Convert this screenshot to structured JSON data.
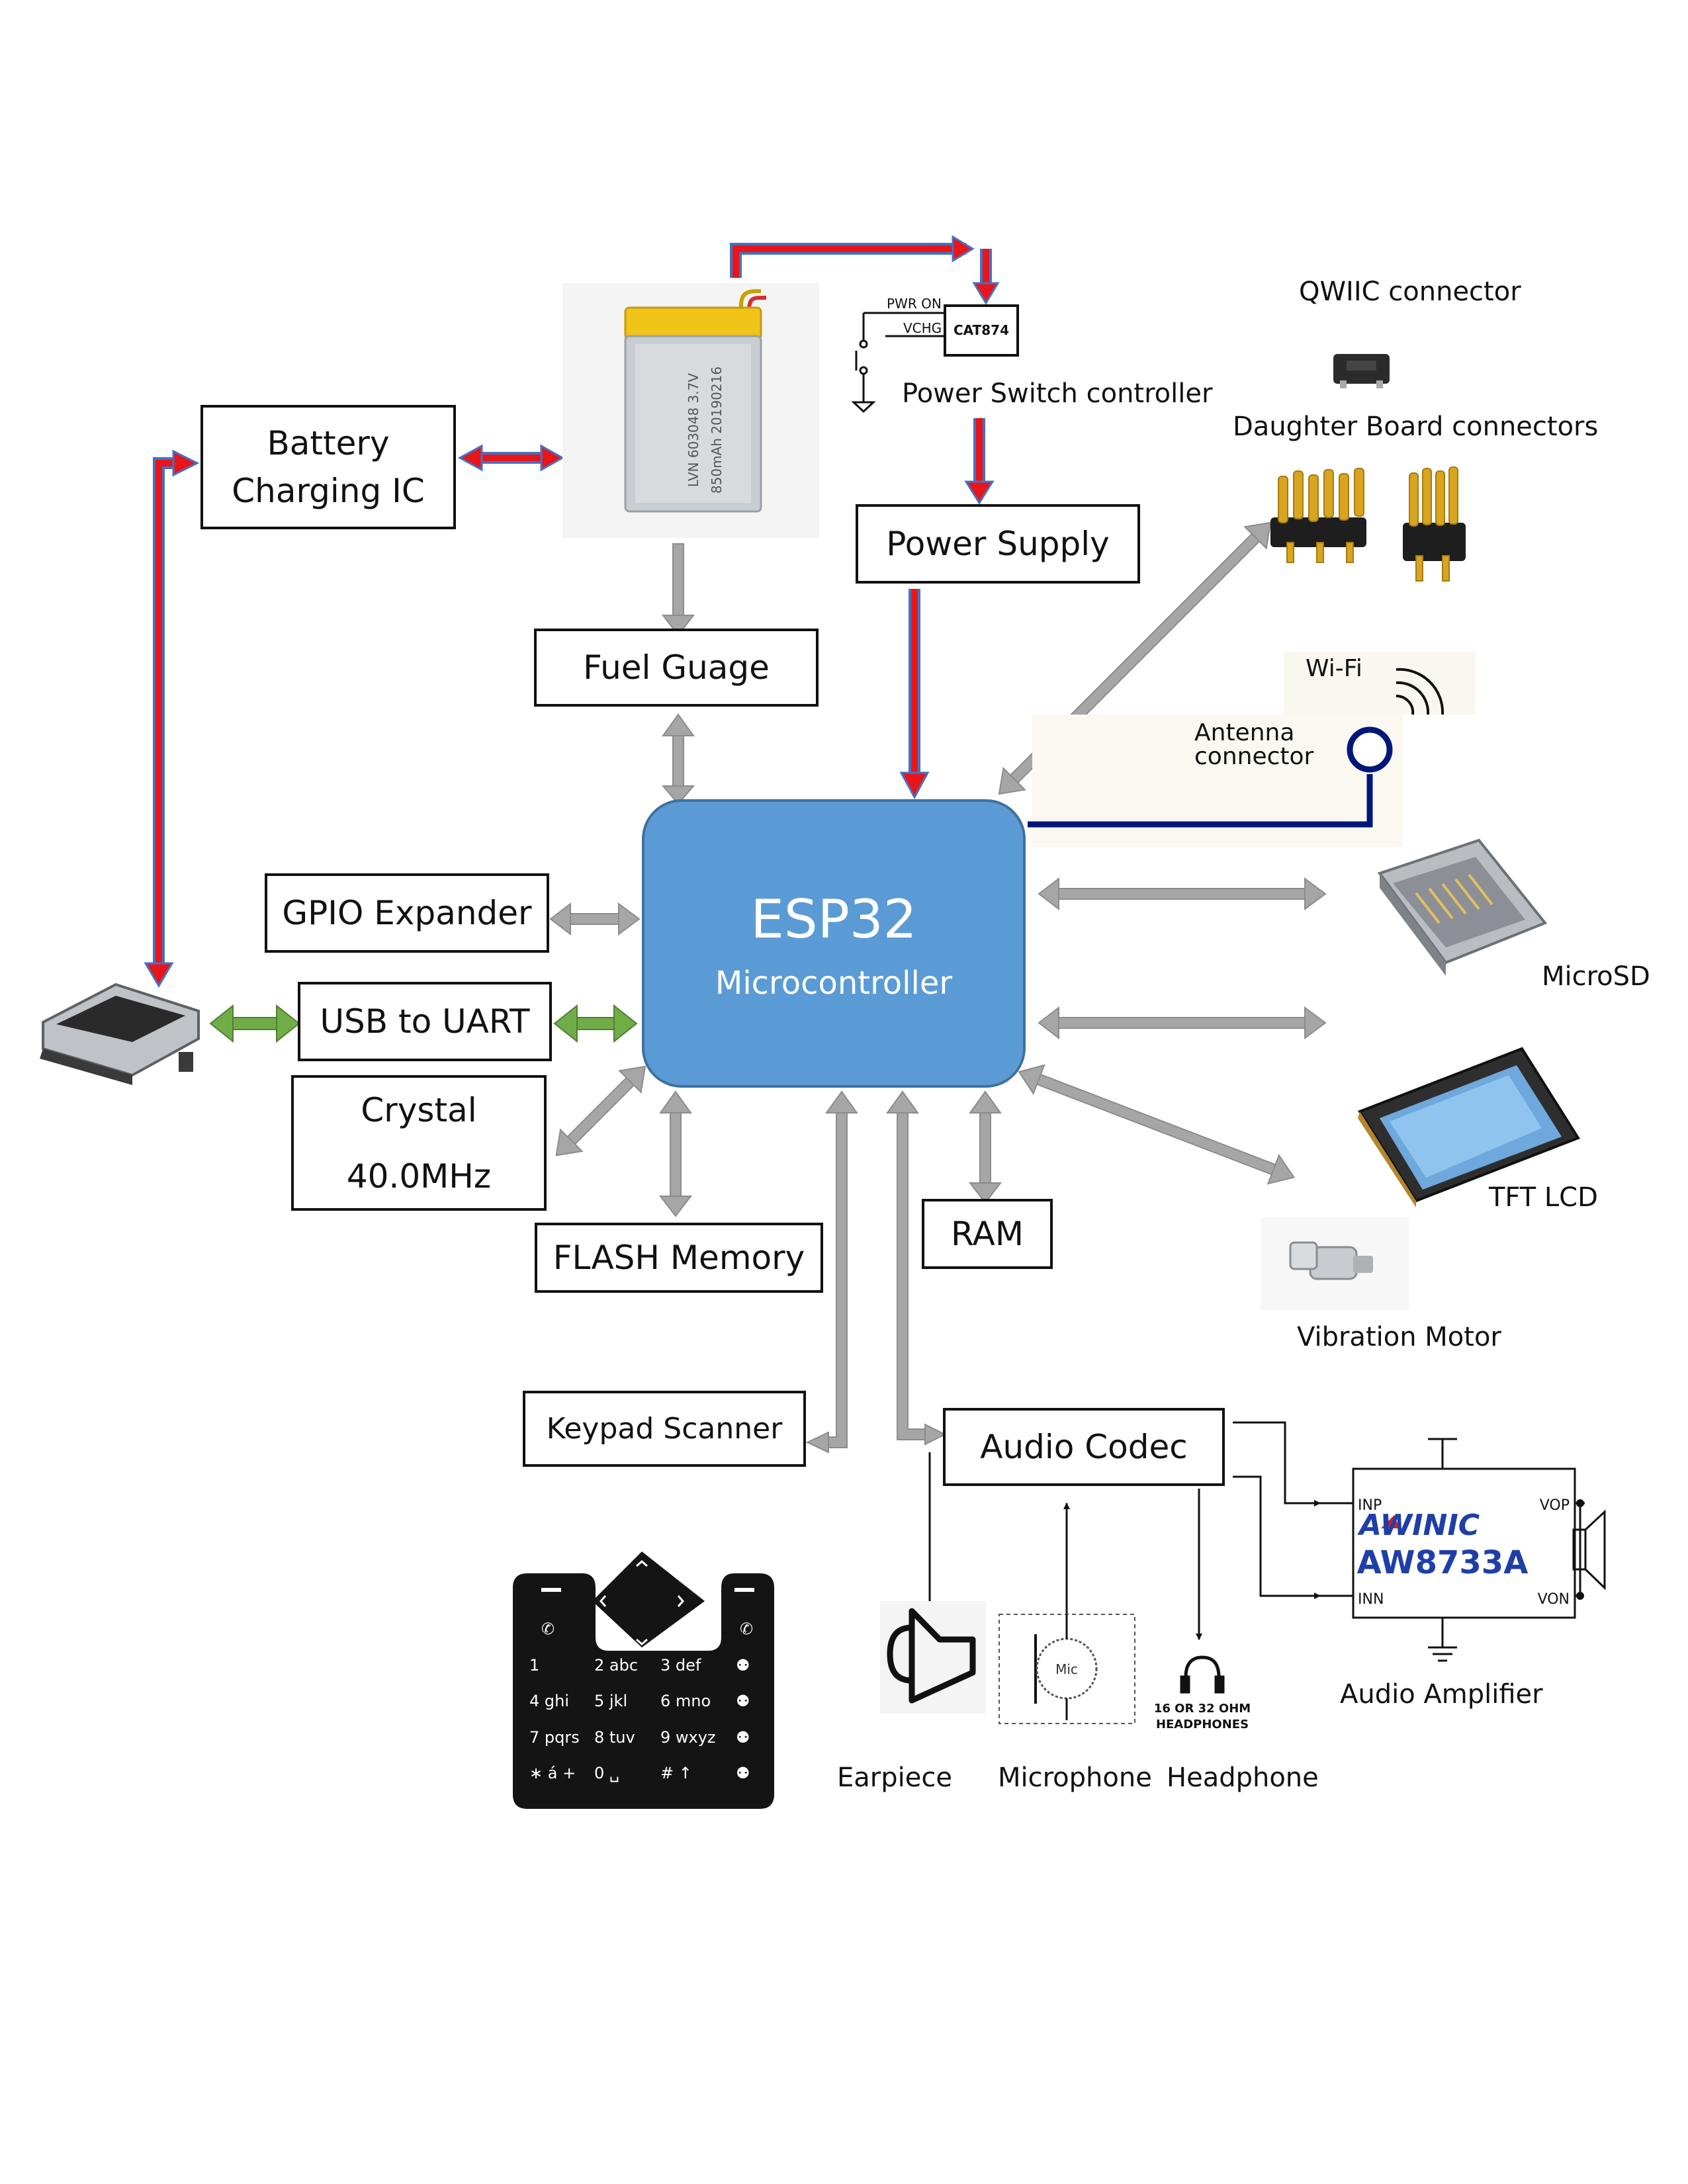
{
  "blocks": {
    "battery_charging_ic": [
      "Battery",
      "Charging IC"
    ],
    "fuel_gauge": "Fuel Guage",
    "power_supply": "Power Supply",
    "power_switch_controller": "Power Switch controller",
    "gpio_expander": "GPIO Expander",
    "usb_to_uart": "USB to UART",
    "crystal": [
      "Crystal",
      "40.0MHz"
    ],
    "flash_memory": "FLASH Memory",
    "ram": "RAM",
    "keypad_scanner": "Keypad Scanner",
    "audio_codec": "Audio Codec",
    "mcu_name": "ESP32",
    "mcu_sub": "Microcontroller"
  },
  "labels": {
    "qwiic": "QWIIC connector",
    "daughter_board": "Daughter Board connectors",
    "wifi": "Wi-Fi",
    "antenna": [
      "Antenna",
      "connector"
    ],
    "microsd": "MicroSD",
    "tft_lcd": "TFT LCD",
    "vibration_motor": "Vibration Motor",
    "audio_amplifier": "Audio Amplifier",
    "earpiece": "Earpiece",
    "microphone": "Microphone",
    "headphone": "Headphone"
  },
  "power_switch_schematic": {
    "pwr_on": "PWR ON",
    "vchg": "VCHG",
    "chip": "CAT874"
  },
  "amplifier_chip": {
    "brand": "AWINIC",
    "part": "AW8733A",
    "inp": "INP",
    "inn": "INN",
    "vop": "VOP",
    "von": "VON"
  },
  "battery_print": [
    "LVN 603048 3.7V",
    "850mAh 20190216"
  ],
  "headphones_print": [
    "16 OR 32 OHM",
    "HEADPHONES"
  ],
  "mic_print": "Mic",
  "keypad_keys": [
    [
      "1",
      "2 abc",
      "3 def",
      "⚉"
    ],
    [
      "4 ghi",
      "5 jkl",
      "6 mno",
      "⚉"
    ],
    [
      "7 pqrs",
      "8 tuv",
      "9 wxyz",
      "⚉"
    ],
    [
      "∗ á +",
      "0 ␣",
      "# ↑",
      "⚉"
    ]
  ],
  "colors": {
    "power_red": "#e8151b",
    "power_outline": "#4472c4",
    "bus_gray": "#a6a6a6",
    "usb_green": "#70ad47",
    "antenna_navy": "#00177a",
    "mcu_blue": "#5b9bd5"
  }
}
